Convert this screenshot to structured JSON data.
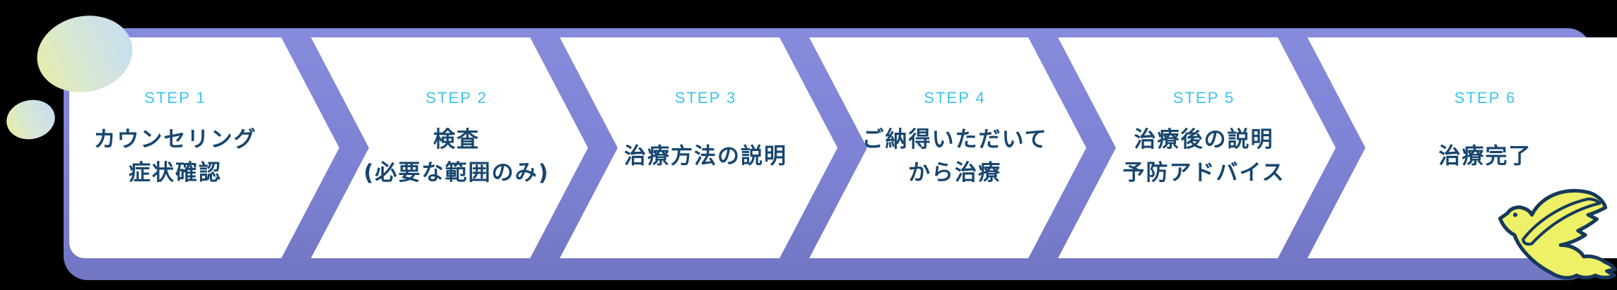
{
  "background_color": "#000000",
  "flow": {
    "fill_color": "#ffffff",
    "accent_color": "#7d82d4",
    "step_label_color": "#3fc4ec",
    "title_color": "#17466e",
    "steps": [
      {
        "label": "STEP 1",
        "lines": [
          "カウンセリング",
          "症状確認"
        ]
      },
      {
        "label": "STEP 2",
        "lines": [
          "検査",
          "(必要な範囲のみ)"
        ]
      },
      {
        "label": "STEP 3",
        "lines": [
          "治療方法の説明"
        ]
      },
      {
        "label": "STEP 4",
        "lines": [
          "ご納得いただいて",
          "から治療"
        ]
      },
      {
        "label": "STEP 5",
        "lines": [
          "治療後の説明",
          "予防アドバイス"
        ]
      },
      {
        "label": "STEP 6",
        "lines": [
          "治療完了"
        ]
      }
    ]
  },
  "decorations": {
    "blob_gradient_start": "#e7eca4",
    "blob_gradient_end": "#c5ddf4",
    "dove_fill": "#eef167",
    "dove_outline": "#16395c"
  }
}
